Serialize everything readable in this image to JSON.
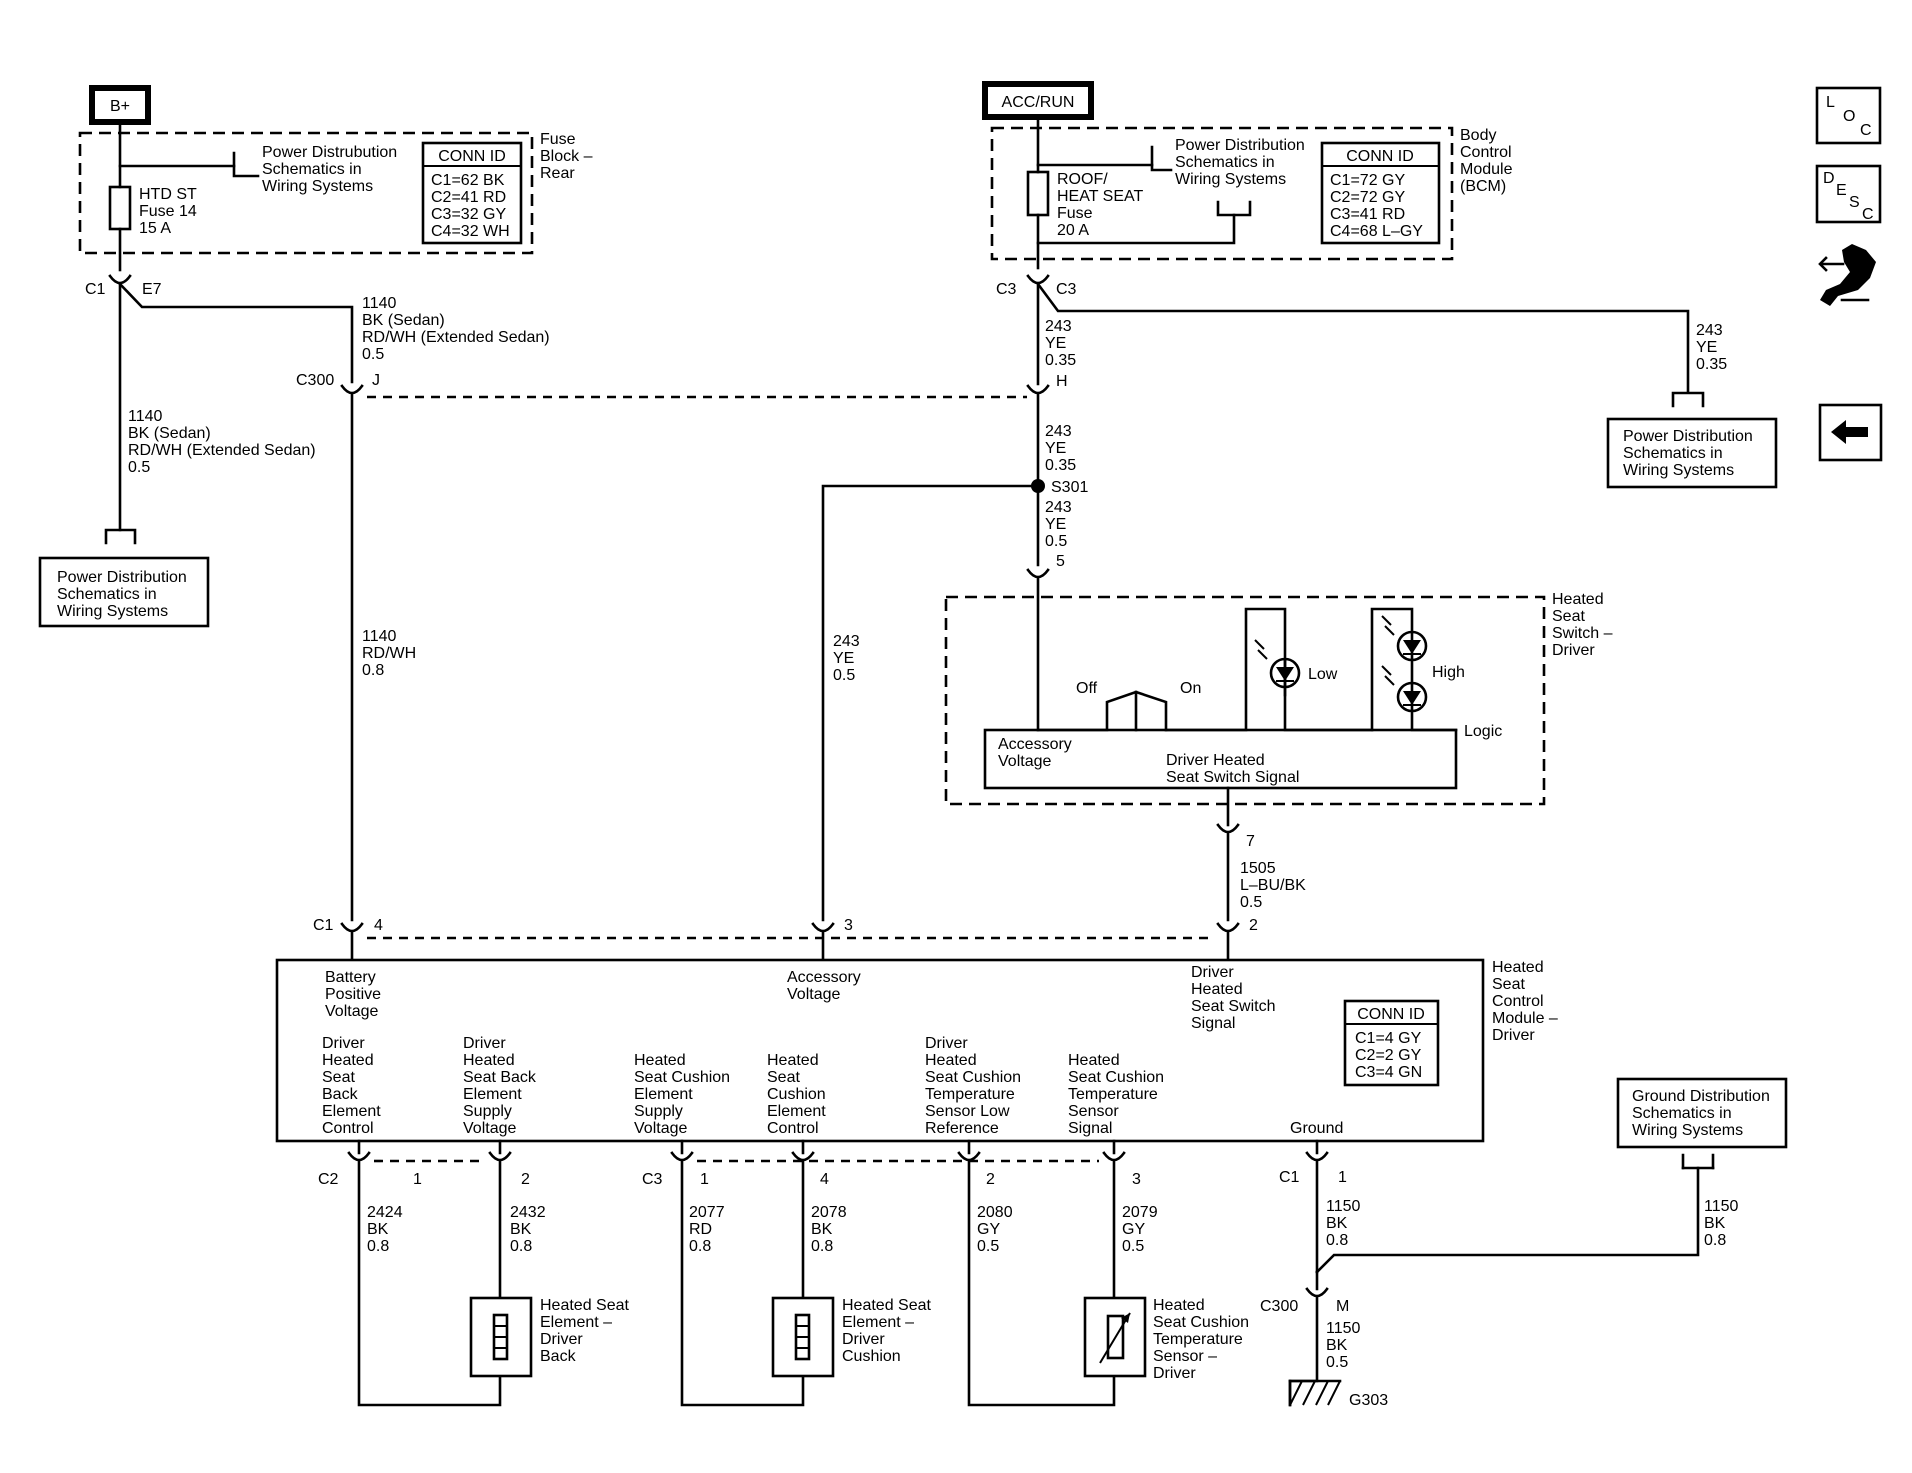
{
  "sources": {
    "b_plus": "B+",
    "acc_run": "ACC/RUN"
  },
  "nav": {
    "loc": [
      "L",
      "O",
      "C"
    ],
    "desc": [
      "D",
      "E",
      "S",
      "C"
    ]
  },
  "fuse_block": {
    "title": [
      "Fuse",
      "Block –",
      "Rear"
    ],
    "fuse": [
      "HTD ST",
      "Fuse 14",
      "15 A"
    ],
    "ref": [
      "Power Distrubution",
      "Schematics in",
      "Wiring Systems"
    ],
    "conn_title": "CONN ID",
    "conn": [
      "C1=62 BK",
      "C2=41 RD",
      "C3=32 GY",
      "C4=32 WH"
    ]
  },
  "bcm": {
    "title": [
      "Body",
      "Control",
      "Module",
      "(BCM)"
    ],
    "fuse": [
      "ROOF/",
      "HEAT SEAT",
      "Fuse",
      "20 A"
    ],
    "ref": [
      "Power Distribution",
      "Schematics in",
      "Wiring Systems"
    ],
    "conn_title": "CONN ID",
    "conn": [
      "C1=72 GY",
      "C2=72 GY",
      "C3=41 RD",
      "C4=68 L–GY"
    ]
  },
  "refs": {
    "power_left": [
      "Power Distribution",
      "Schematics in",
      "Wiring Systems"
    ],
    "power_right": [
      "Power Distribution",
      "Schematics in",
      "Wiring Systems"
    ],
    "ground": [
      "Ground Distribution",
      "Schematics in",
      "Wiring Systems"
    ]
  },
  "connectors": {
    "c1": "C1",
    "e7": "E7",
    "c3_left": "C3",
    "c3_right": "C3",
    "c300_top": "C300",
    "j": "J",
    "h": "H",
    "s301": "S301",
    "pin5": "5",
    "pin7": "7",
    "c1_module": "C1",
    "pin4": "4",
    "pin3": "3",
    "pin2_top": "2",
    "c2": "C2",
    "c2_p1": "1",
    "c2_p2": "2",
    "c3": "C3",
    "c3_p1": "1",
    "c3_p4": "4",
    "c3_p2": "2",
    "c3_p3": "3",
    "c1_gnd": "C1",
    "c1_gnd_p1": "1",
    "c300_bottom": "C300",
    "m": "M",
    "g303": "G303"
  },
  "wires": {
    "w1140_top": [
      "1140",
      "BK (Sedan)",
      "RD/WH  (Extended Sedan)",
      "0.5"
    ],
    "w1140_left": [
      "1140",
      "BK (Sedan)",
      "RD/WH  (Extended Sedan)",
      "0.5"
    ],
    "w1140_mid": [
      "1140",
      "RD/WH",
      "0.8"
    ],
    "w243_a": [
      "243",
      "YE",
      "0.35"
    ],
    "w243_b": [
      "243",
      "YE",
      "0.35"
    ],
    "w243_c": [
      "243",
      "YE",
      "0.5"
    ],
    "w243_d": [
      "243",
      "YE",
      "0.5"
    ],
    "w243_right": [
      "243",
      "YE",
      "0.35"
    ],
    "w1505": [
      "1505",
      "L–BU/BK",
      "0.5"
    ],
    "w2424": [
      "2424",
      "BK",
      "0.8"
    ],
    "w2432": [
      "2432",
      "BK",
      "0.8"
    ],
    "w2077": [
      "2077",
      "RD",
      "0.8"
    ],
    "w2078": [
      "2078",
      "BK",
      "0.8"
    ],
    "w2080": [
      "2080",
      "GY",
      "0.5"
    ],
    "w2079": [
      "2079",
      "GY",
      "0.5"
    ],
    "w1150_a": [
      "1150",
      "BK",
      "0.8"
    ],
    "w1150_b": [
      "1150",
      "BK",
      "0.8"
    ],
    "w1150_c": [
      "1150",
      "BK",
      "0.5"
    ]
  },
  "switch": {
    "title": [
      "Heated",
      "Seat",
      "Switch –",
      "Driver"
    ],
    "off": "Off",
    "on": "On",
    "low": "Low",
    "high": "High",
    "logic": "Logic",
    "acc_voltage": [
      "Accessory",
      "Voltage"
    ],
    "signal": [
      "Driver Heated",
      "Seat Switch Signal"
    ]
  },
  "module": {
    "title": [
      "Heated",
      "Seat",
      "Control",
      "Module –",
      "Driver"
    ],
    "battery": [
      "Battery",
      "Positive",
      "Voltage"
    ],
    "accessory": [
      "Accessory",
      "Voltage"
    ],
    "switch_signal": [
      "Driver",
      "Heated",
      "Seat Switch",
      "Signal"
    ],
    "conn_title": "CONN ID",
    "conn": [
      "C1=4 GY",
      "C2=2 GY",
      "C3=4 GN"
    ],
    "back_control": [
      "Driver",
      "Heated",
      "Seat",
      "Back",
      "Element",
      "Control"
    ],
    "back_supply": [
      "Driver",
      "Heated",
      "Seat Back",
      "Element",
      "Supply",
      "Voltage"
    ],
    "cushion_supply": [
      "Heated",
      "Seat Cushion",
      "Element",
      "Supply",
      "Voltage"
    ],
    "cushion_control": [
      "Heated",
      "Seat",
      "Cushion",
      "Element",
      "Control"
    ],
    "temp_low": [
      "Driver",
      "Heated",
      "Seat Cushion",
      "Temperature",
      "Sensor Low",
      "Reference"
    ],
    "temp_signal": [
      "Heated",
      "Seat Cushion",
      "Temperature",
      "Sensor",
      "Signal"
    ],
    "ground": "Ground"
  },
  "elements": {
    "back": [
      "Heated Seat",
      "Element –",
      "Driver",
      "Back"
    ],
    "cushion": [
      "Heated Seat",
      "Element –",
      "Driver",
      "Cushion"
    ],
    "sensor": [
      "Heated",
      "Seat Cushion",
      "Temperature",
      "Sensor –",
      "Driver"
    ]
  }
}
